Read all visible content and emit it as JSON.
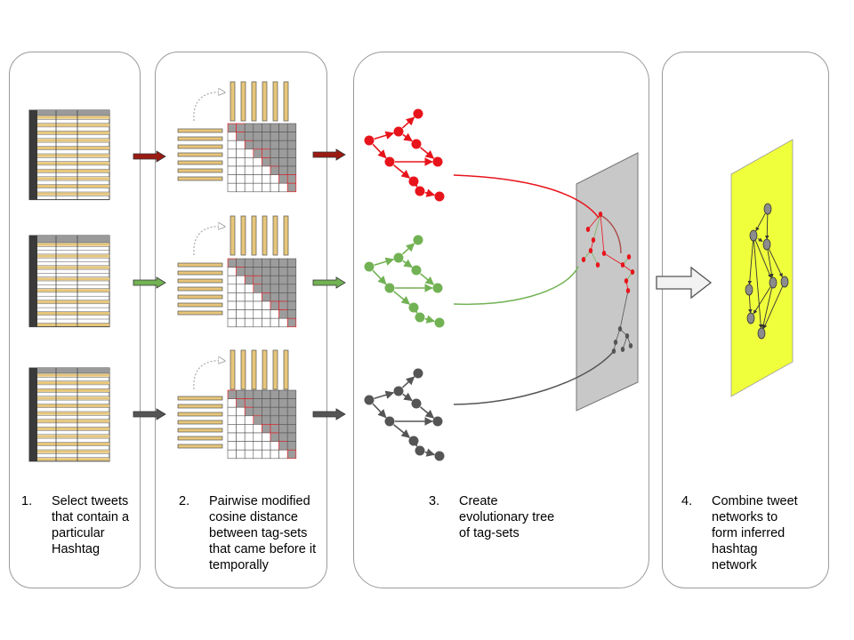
{
  "steps": [
    {
      "number": "1.",
      "text_lines": [
        "Select tweets",
        "that contain a",
        "particular",
        "Hashtag"
      ]
    },
    {
      "number": "2.",
      "text_lines": [
        "Pairwise modified",
        "cosine distance",
        "between tag-sets",
        "that came before it",
        "temporally"
      ]
    },
    {
      "number": "3.",
      "text_lines": [
        "Create",
        "evolutionary tree",
        "of tag-sets"
      ]
    },
    {
      "number": "4.",
      "text_lines": [
        "Combine tweet",
        "networks to",
        "form inferred",
        "hashtag",
        "network"
      ]
    }
  ],
  "colors": {
    "red": "#e8141b",
    "dark_red": "#9b1a12",
    "green": "#72b254",
    "gray_node": "#555555",
    "tan": "#e7c67a",
    "yellow_plane": "#f0ff3c",
    "gray_plane": "#c8c8c8"
  }
}
